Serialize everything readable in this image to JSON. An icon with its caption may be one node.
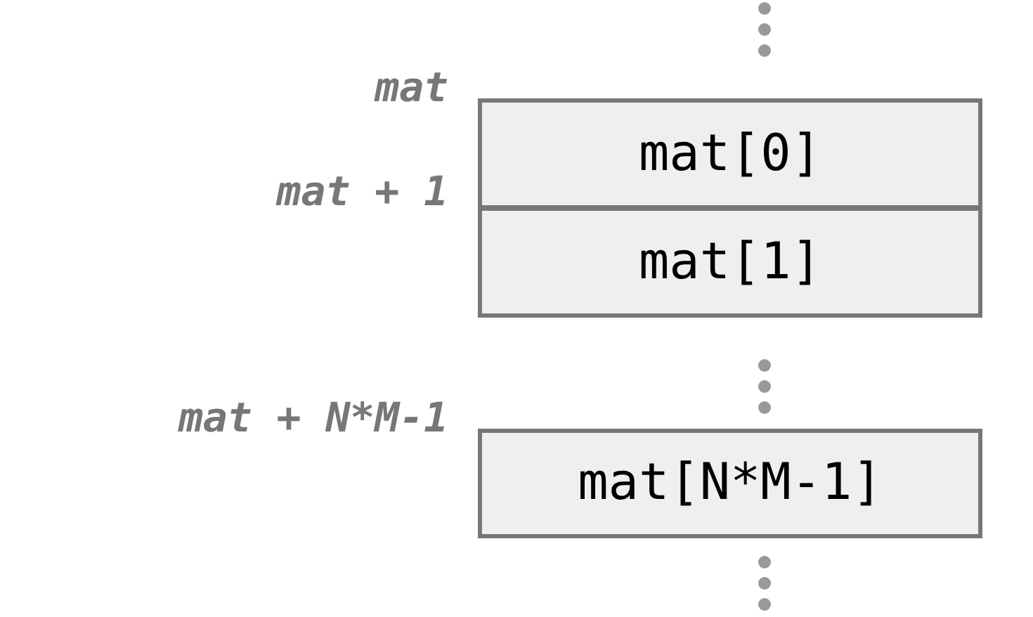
{
  "diagram": {
    "nodes": [
      {
        "text": [
          "mat[0]"
        ]
      },
      {
        "text": [
          "mat[1]"
        ]
      },
      {
        "text": [
          "mat[N*M-1]"
        ]
      }
    ],
    "labels": [
      "mat",
      "mat + 1",
      "mat + N*M-1"
    ]
  }
}
